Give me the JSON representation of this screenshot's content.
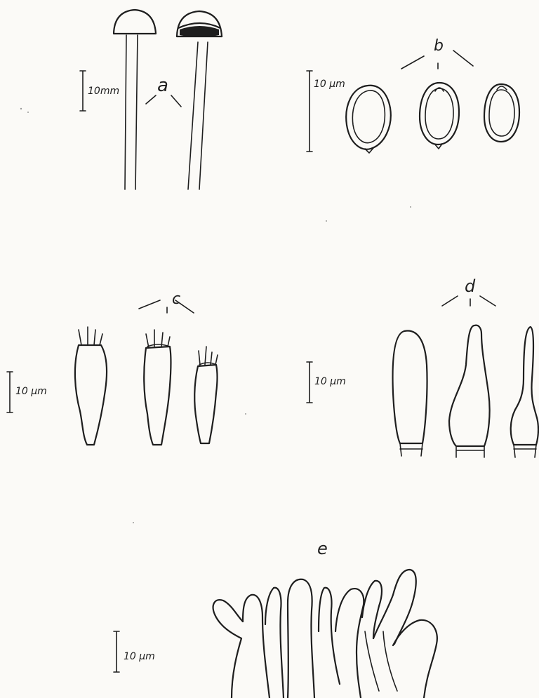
{
  "panels": {
    "a": {
      "label": "a",
      "scale": "10mm"
    },
    "b": {
      "label": "b",
      "scale": "10 µm"
    },
    "c": {
      "label": "c",
      "scale": "10 µm"
    },
    "d": {
      "label": "d",
      "scale": "10 µm"
    },
    "e": {
      "label": "e",
      "scale": "10 µm"
    }
  },
  "colors": {
    "ink": "#1e1e1e",
    "paper": "#fbfaf7"
  }
}
